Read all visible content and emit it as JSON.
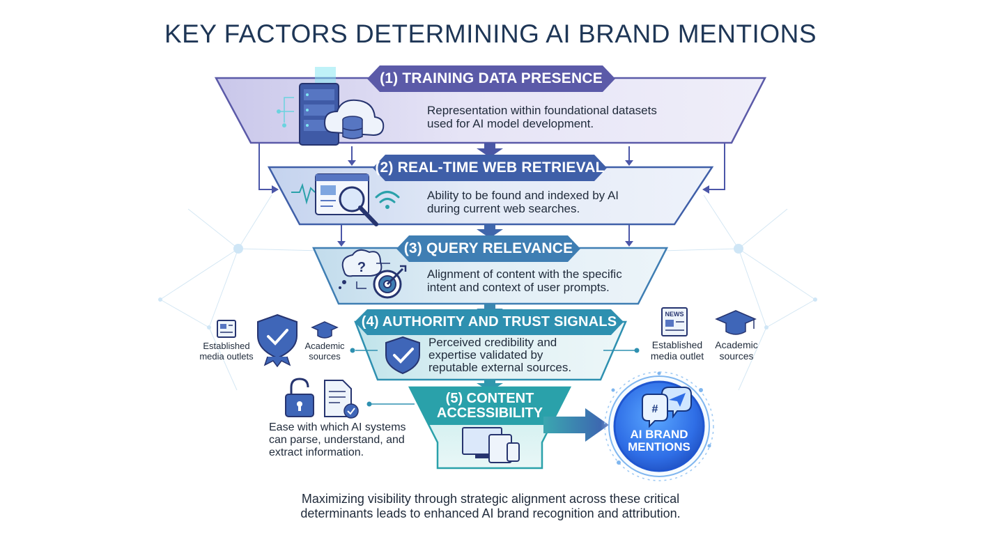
{
  "title": "KEY FACTORS DETERMINING AI BRAND MENTIONS",
  "levels": [
    {
      "label": "(1) TRAINING DATA PRESENCE",
      "desc": [
        "Representation within foundational datasets",
        "used for AI model development."
      ]
    },
    {
      "label": "(2) REAL-TIME WEB RETRIEVAL",
      "desc": [
        "Ability to be found and indexed by AI",
        "during current web searches."
      ]
    },
    {
      "label": "(3) QUERY RELEVANCE",
      "desc": [
        "Alignment of content with the specific",
        "intent and context of user prompts."
      ]
    },
    {
      "label": "(4) AUTHORITY AND TRUST SIGNALS",
      "desc": [
        "Perceived credibility and",
        "expertise validated by",
        "reputable external sources."
      ]
    },
    {
      "label": [
        "(5) CONTENT",
        "ACCESSIBILITY"
      ],
      "desc": [
        "Ease with which AI systems",
        "can parse, understand, and",
        "extract information."
      ]
    }
  ],
  "authority_left": {
    "media": [
      "Established",
      "media outlets"
    ],
    "academic": [
      "Academic",
      "sources"
    ]
  },
  "authority_right": {
    "media": [
      "Established",
      "media outlet"
    ],
    "academic": [
      "Academic",
      "sources"
    ]
  },
  "outcome": [
    "AI BRAND",
    "MENTIONS"
  ],
  "footer": [
    "Maximizing visibility through strategic alignment across these critical",
    "determinants leads to enhanced AI brand recognition and attribution."
  ],
  "colors": {
    "title": "#1e3656",
    "level1": "#5b5aa8",
    "level2": "#3f5fa8",
    "level3": "#3f7eb3",
    "level4": "#2e90b0",
    "level5": "#2aa1aa",
    "outcome": "#2f6ee6"
  }
}
